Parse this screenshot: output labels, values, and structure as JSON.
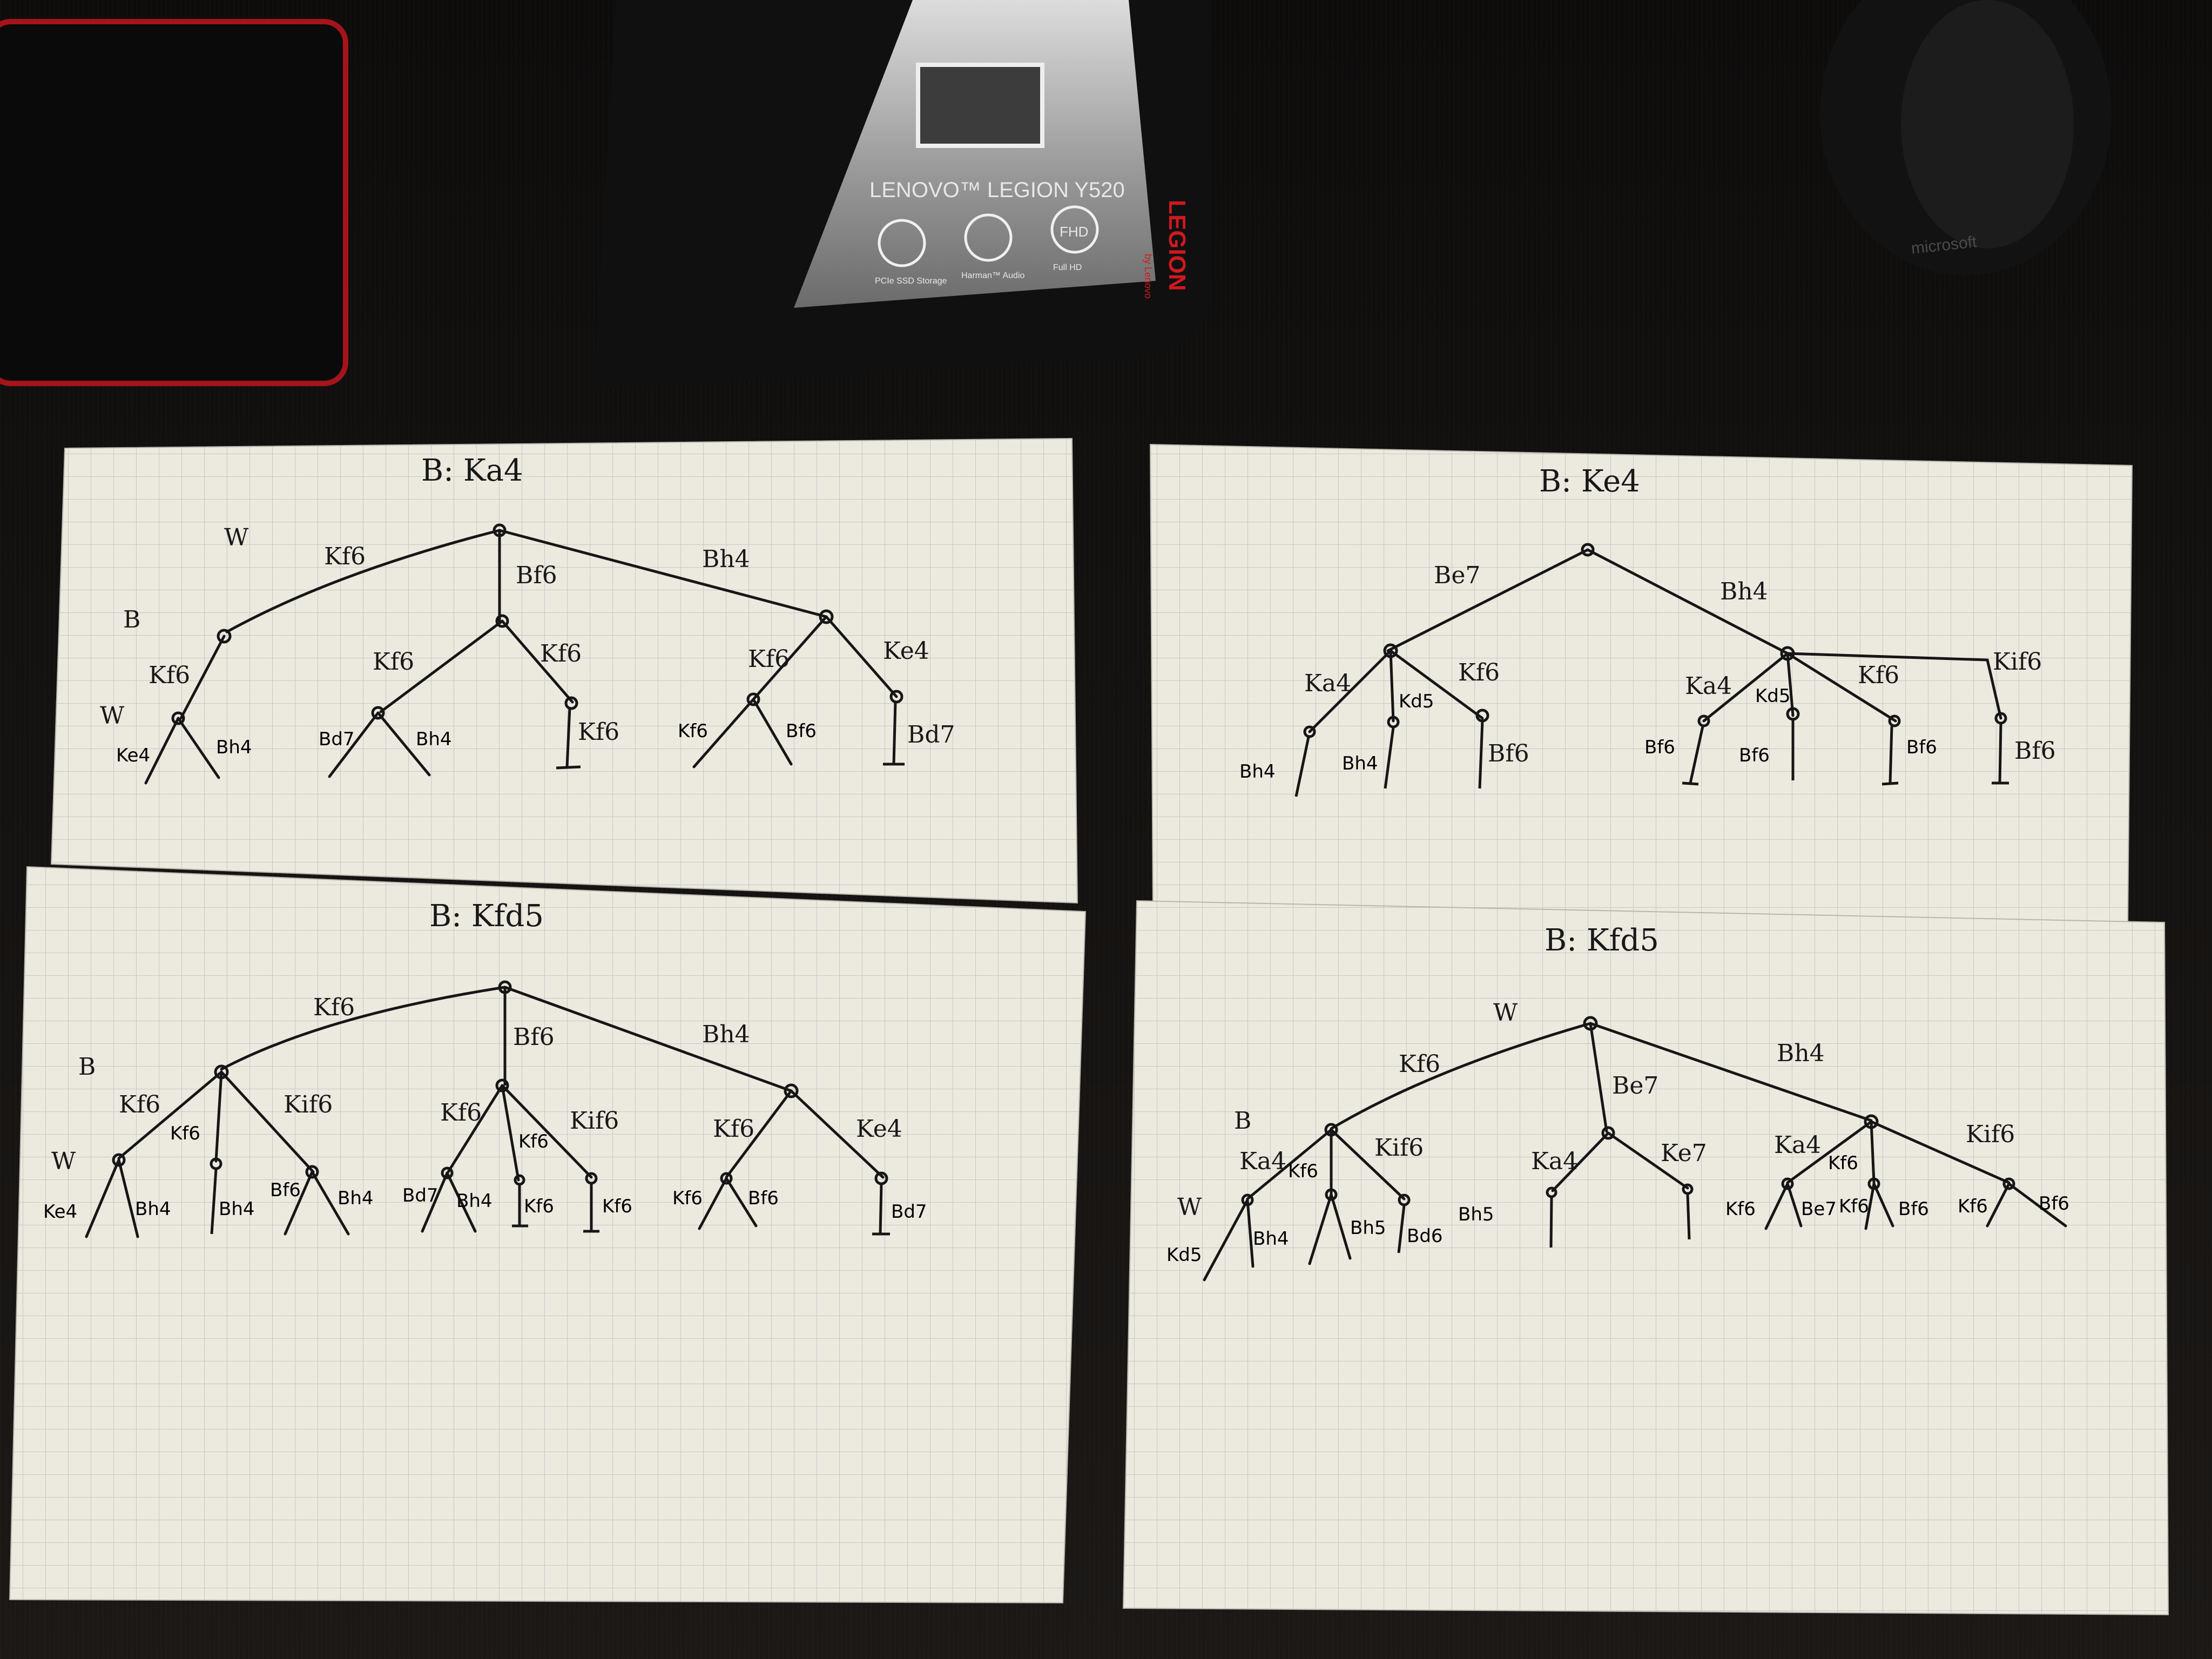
{
  "laptop_sticker": {
    "brand_line": "LENOVO™ LEGION Y520",
    "features": [
      {
        "icon": "ssd-icon",
        "label": "PCIe SSD Storage"
      },
      {
        "icon": "speaker-icon",
        "label": "Harman™ Audio"
      },
      {
        "icon": "fhd-icon",
        "label": "Full HD",
        "badge": "FHD"
      }
    ],
    "side_logo": "LEGION",
    "side_logo_sub": "by Lenovo"
  },
  "mouse": {
    "brand": "microsoft"
  },
  "sheets": [
    {
      "title": "B: Ka4",
      "side_marks": [
        "W",
        "B",
        "W"
      ],
      "root_moves": [
        "Kf6",
        "Bf6",
        "Bh4"
      ],
      "moves": [
        "Kf6",
        "Kf6",
        "Kf6",
        "Kf6",
        "Ke4",
        "Ke4",
        "Bh4",
        "Bd7",
        "Bh4",
        "Kf6",
        "Kf6",
        "Bf6",
        "Bd7"
      ]
    },
    {
      "title": "B: Ke4",
      "root_moves": [
        "Be7",
        "Bh4"
      ],
      "moves": [
        "Ka4",
        "Kd5",
        "Kf6",
        "Bh4",
        "Bh4",
        "Bf6",
        "Ka4",
        "Kd5",
        "Kf6",
        "Kif6",
        "Bf6",
        "Bf6",
        "Bf6",
        "Bf6"
      ]
    },
    {
      "title": "B: Kfd5",
      "side_marks": [
        "B",
        "W"
      ],
      "root_moves": [
        "Kf6",
        "Bf6",
        "Bh4"
      ],
      "moves": [
        "Kf6",
        "Kf6",
        "Kif6",
        "Kf6",
        "Kf6",
        "Kif6",
        "Kf6",
        "Ke4",
        "Ke4",
        "Bh4",
        "Bh4",
        "Bf6",
        "Bh4",
        "Bd7",
        "Bh4",
        "Kf6",
        "Kf6",
        "Kf6",
        "Bf6",
        "Bd7"
      ]
    },
    {
      "title": "B: Kfd5",
      "side_marks": [
        "W",
        "B",
        "W"
      ],
      "root_moves": [
        "Kf6",
        "Be7",
        "Bh4"
      ],
      "moves": [
        "Ka4",
        "Kf6",
        "Kif6",
        "Ka4",
        "Ke7",
        "Ka4",
        "Kf6",
        "Kif6",
        "Kd5",
        "Bh4",
        "Bh5",
        "Bd6",
        "Bh5",
        "Kf6",
        "Be7",
        "Kf6",
        "Bf6",
        "Kf6",
        "Bf6"
      ]
    }
  ]
}
